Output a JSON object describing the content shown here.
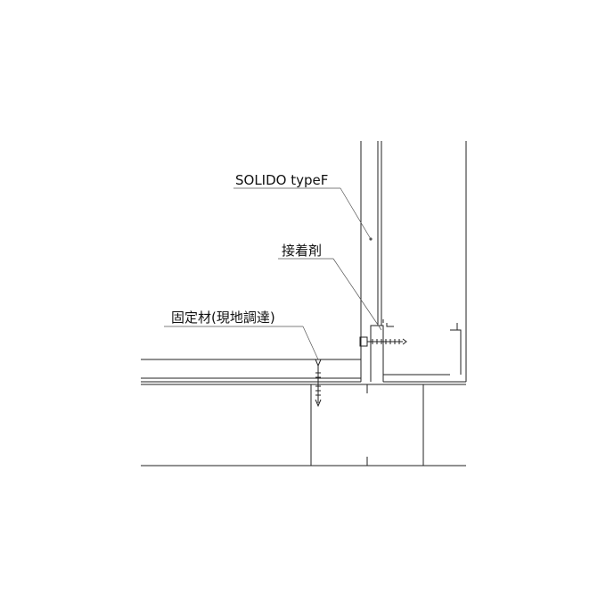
{
  "labels": {
    "panel": "SOLIDO typeF",
    "adhesive": "接着剤",
    "fastener": "固定材(現地調達)"
  },
  "colors": {
    "line": "#222222",
    "leader": "#555555",
    "background": "#ffffff"
  }
}
